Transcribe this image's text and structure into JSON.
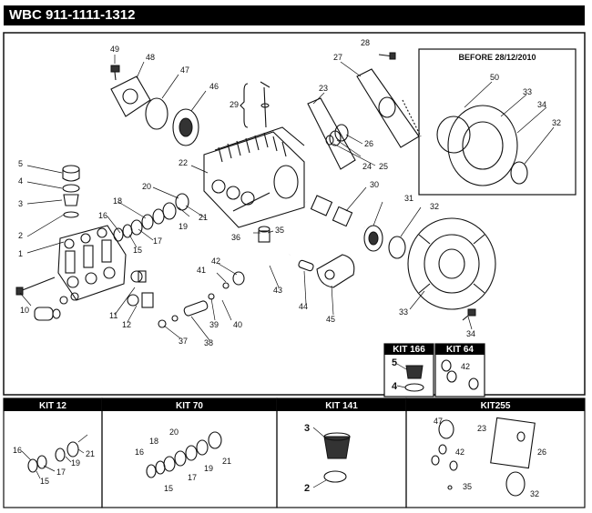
{
  "title": "WBC 911-1111-1312",
  "before_box": {
    "title": "BEFORE 28/12/2010",
    "callouts": [
      "50",
      "33",
      "34",
      "32"
    ]
  },
  "main_callouts": [
    "49",
    "48",
    "47",
    "46",
    "28",
    "27",
    "23",
    "29",
    "22",
    "26",
    "24",
    "25",
    "5",
    "4",
    "3",
    "2",
    "1",
    "20",
    "18",
    "19",
    "21",
    "16",
    "17",
    "15",
    "30",
    "31",
    "32",
    "35",
    "36",
    "10",
    "11",
    "12",
    "41",
    "42",
    "43",
    "44",
    "45",
    "33",
    "34",
    "39",
    "40",
    "37",
    "38"
  ],
  "kits": [
    {
      "name": "KIT 166",
      "callouts": [
        "5",
        "4"
      ]
    },
    {
      "name": "KIT 64",
      "callouts": [
        "42"
      ]
    },
    {
      "name": "KIT 12",
      "callouts": [
        "16",
        "17",
        "15",
        "19",
        "21"
      ]
    },
    {
      "name": "KIT 70",
      "callouts": [
        "20",
        "18",
        "16",
        "21",
        "19",
        "17",
        "15"
      ]
    },
    {
      "name": "KIT 141",
      "callouts": [
        "3",
        "2"
      ]
    },
    {
      "name": "KIT255",
      "callouts": [
        "47",
        "23",
        "26",
        "42",
        "35",
        "32"
      ]
    }
  ]
}
